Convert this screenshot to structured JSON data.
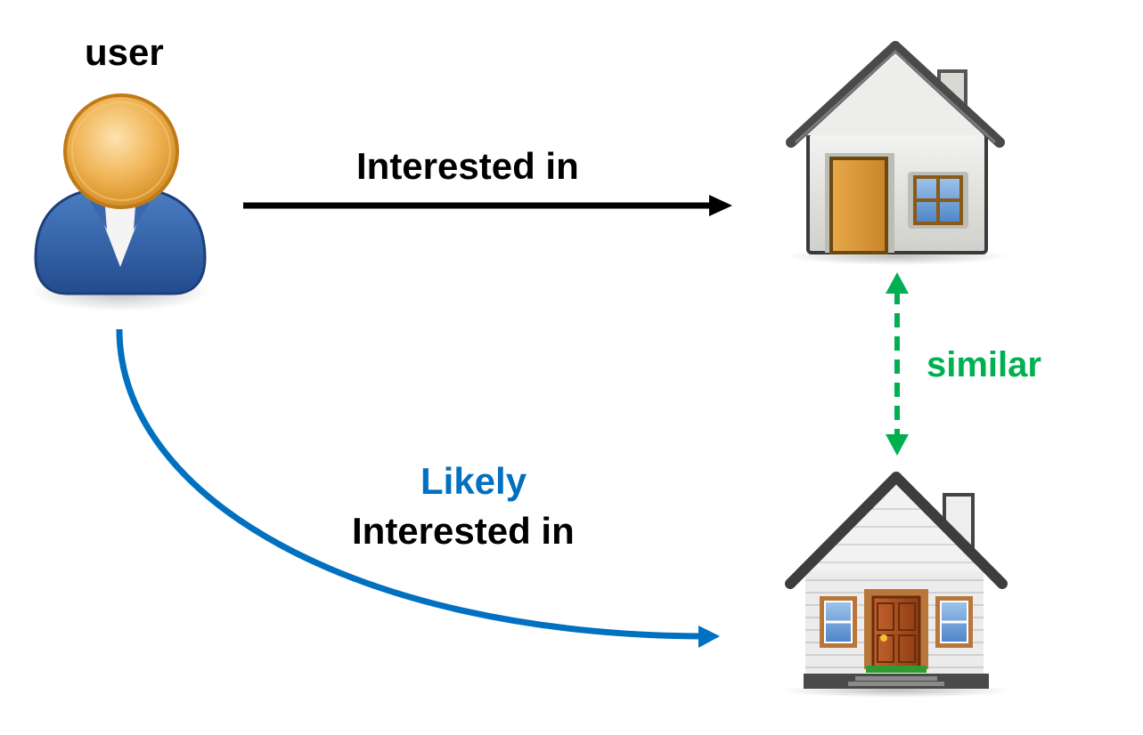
{
  "diagram": {
    "user_label": "user",
    "interest_label": "Interested in",
    "similar_label": "similar",
    "likely_label": "Likely",
    "likely_interest_label": "Interested in",
    "icons": {
      "user": "user-icon",
      "house_a": "house-icon",
      "house_b": "house-icon"
    },
    "colors": {
      "interest_arrow": "#000000",
      "similar": "#00b050",
      "likely": "#0070c0",
      "user_head": "#e8a43a",
      "user_body": "#2f5da6",
      "door": "#a0522d"
    }
  }
}
